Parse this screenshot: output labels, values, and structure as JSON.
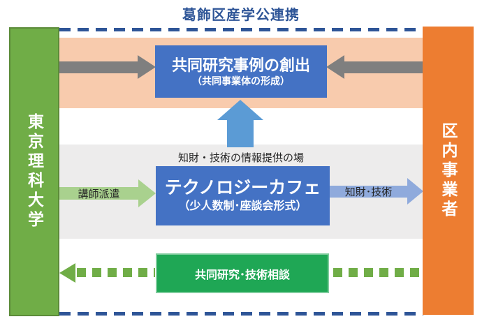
{
  "title": "葛飾区産学公連携",
  "left_bar": {
    "label": "東京理科大学"
  },
  "right_bar": {
    "label": "区内事業者"
  },
  "top_flow": {
    "box_title": "共同研究事例の創出",
    "box_subtitle": "（共同事業体の形成）"
  },
  "middle_flow": {
    "up_arrow_label": "知財・技術の情報提供の場",
    "box_title": "テクノロジーカフェ",
    "box_subtitle": "（少人数制･座談会形式）",
    "left_arrow_label": "講師派遣",
    "right_arrow_label": "知財･技術"
  },
  "bottom_flow": {
    "box_label": "共同研究･技術相談"
  },
  "colors": {
    "dash-blue": "#2E5597",
    "peach-band": "#F8CBAD",
    "gray-band": "#EDECEC",
    "bar-green": "#70AD47",
    "bar-green-border": "#5C8B39",
    "bar-orange": "#ED7D31",
    "box-blue": "#4472C4",
    "box-green": "#1FA755",
    "box-green-border": "#7CCB9B",
    "arrow-gray": "#7F7F7F",
    "arrow-blue": "#5B9BD5",
    "arrow-green": "#A9D18E",
    "arrow-lblue": "#8FAADC"
  }
}
